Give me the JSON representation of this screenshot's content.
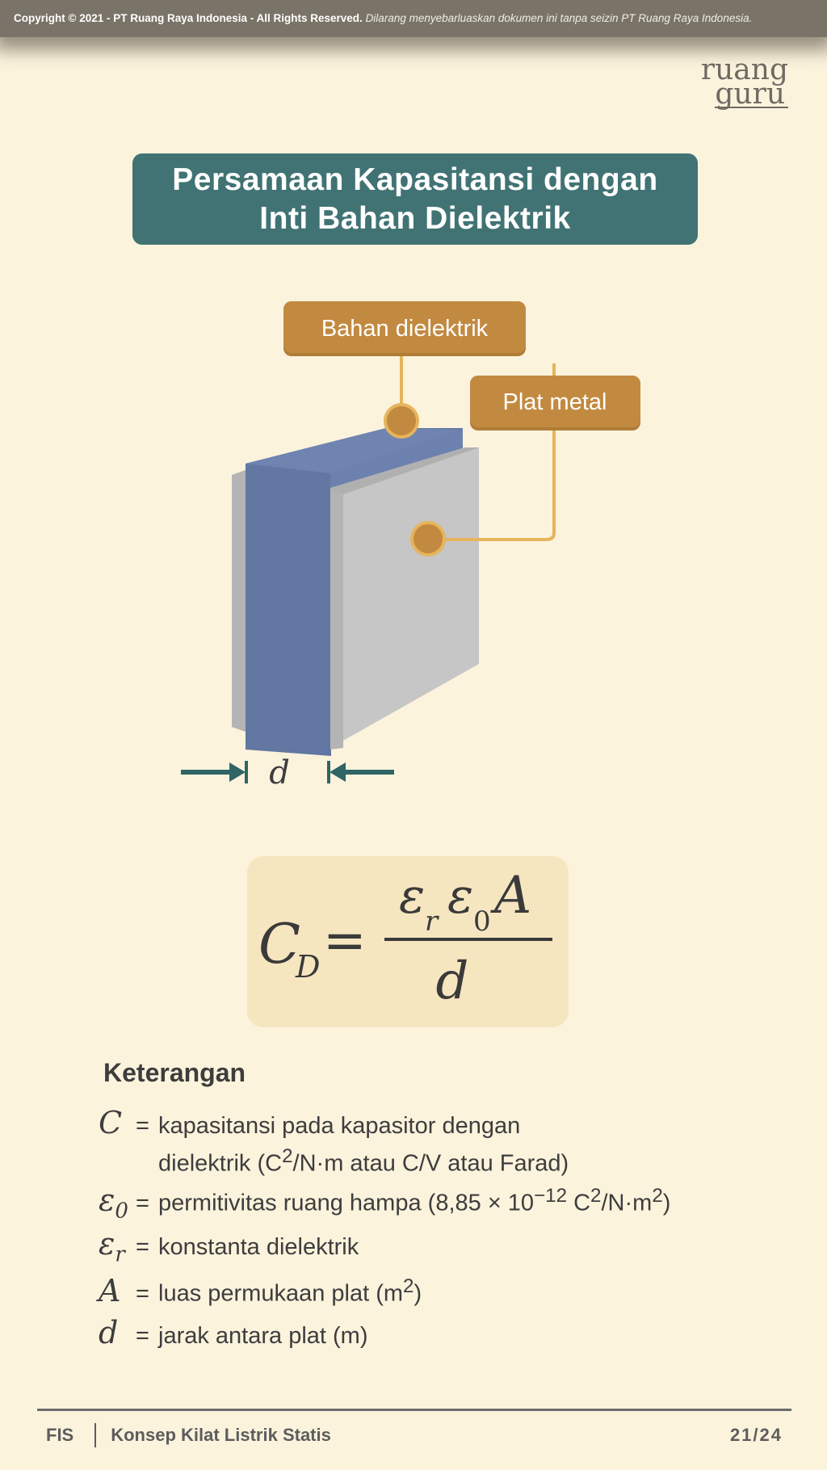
{
  "copyright": {
    "strong": "Copyright © 2021 - PT Ruang Raya Indonesia - All Rights Reserved.",
    "note": "Dilarang menyebarluaskan dokumen ini tanpa seizin PT Ruang Raya Indonesia."
  },
  "logo": {
    "line1": "ruang",
    "line2": "guru"
  },
  "title": {
    "line1": "Persamaan Kapasitansi dengan",
    "line2": "Inti Bahan Dielektrik"
  },
  "diagram": {
    "label_dielectric": "Bahan dielektrik",
    "label_plate": "Plat metal",
    "distance_symbol": "d",
    "colors": {
      "label_bg": "#c28a40",
      "connector": "#e6b45c",
      "dielectric": "#6176a0",
      "plate": "#c6c6c6",
      "arrow": "#2f6565"
    }
  },
  "formula": {
    "lhs": "C",
    "lhs_sub": "D",
    "equals": "=",
    "numerator_eps": "ε",
    "eps_r_sub": "r",
    "eps_0_sub": "0",
    "numerator_A": "A",
    "denominator": "d"
  },
  "legend": {
    "title": "Keterangan",
    "c_symbol": "C",
    "c_line1": "kapasitansi pada kapasitor dengan",
    "c_line2_pre": "dielektrik (C",
    "c_line2_sup": "2",
    "c_line2_post": "/N·m atau C/V atau Farad)",
    "e0_symbol": "ε",
    "e0_sub": "0",
    "e0_pre": "permitivitas ruang hampa (8,85 × 10",
    "e0_sup1": "−12",
    "e0_mid": " C",
    "e0_sup2": "2",
    "e0_mid2": "/N·m",
    "e0_sup3": "2",
    "e0_post": ")",
    "er_symbol": "ε",
    "er_sub": "r",
    "er_desc": "konstanta dielektrik",
    "a_symbol": "A",
    "a_pre": "luas permukaan plat (m",
    "a_sup": "2",
    "a_post": ")",
    "d_symbol": "d",
    "d_desc": "jarak antara plat (m)",
    "eq": "="
  },
  "footer": {
    "subject": "FIS",
    "topic": "Konsep Kilat Listrik Statis",
    "page": "21/24"
  }
}
